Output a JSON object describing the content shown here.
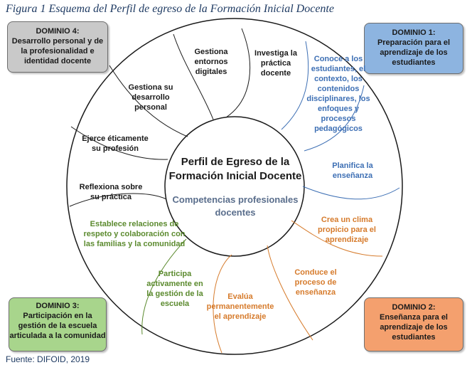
{
  "caption": "Figura 1 Esquema del Perfil de egreso de la Formación Inicial Docente",
  "source": "Fuente: DIFOID, 2019",
  "colors": {
    "dominio1": "#8db4e0",
    "dominio2": "#f4a06e",
    "dominio3": "#a8d58c",
    "dominio4": "#c9c9c9",
    "blue_text": "#3d6fb4",
    "orange_text": "#d67b2c",
    "green_text": "#5b8a2e"
  },
  "center": {
    "title": "Perfil de Egreso de la Formación Inicial Docente",
    "subtitle": "Competencias profesionales docentes"
  },
  "dominios": {
    "d1": {
      "title": "DOMINIO 1:",
      "desc": "Preparación para el aprendizaje de los estudiantes"
    },
    "d2": {
      "title": "DOMINIO 2:",
      "desc": "Enseñanza para el aprendizaje de los estudiantes"
    },
    "d3": {
      "title": "DOMINIO 3:",
      "desc": "Participación en la gestión de la escuela articulada a la comunidad"
    },
    "d4": {
      "title": "DOMINIO 4:",
      "desc": "Desarrollo personal y de la profesionalidad e identidad docente"
    }
  },
  "segments": {
    "gestiona_entornos": "Gestiona entornos digitales",
    "investiga": "Investiga la práctica docente",
    "conoce": "Conoce a los estudiantes, el contexto, los contenidos disciplinares, los enfoques y procesos pedagógicos",
    "planifica": "Planifica la enseñanza",
    "crea_clima": "Crea un clima propicio para el aprendizaje",
    "conduce": "Conduce el proceso de enseñanza",
    "evalua": "Evalúa permanentemente el aprendizaje",
    "participa": "Participa activamente en la gestión de la escuela",
    "establece": "Establece relaciones de respeto y colaboración con las familias y la comunidad",
    "reflexiona": "Reflexiona sobre su práctica",
    "ejerce": "Ejerce éticamente su profesión",
    "gestiona_desarrollo": "Gestiona su desarrollo personal"
  }
}
